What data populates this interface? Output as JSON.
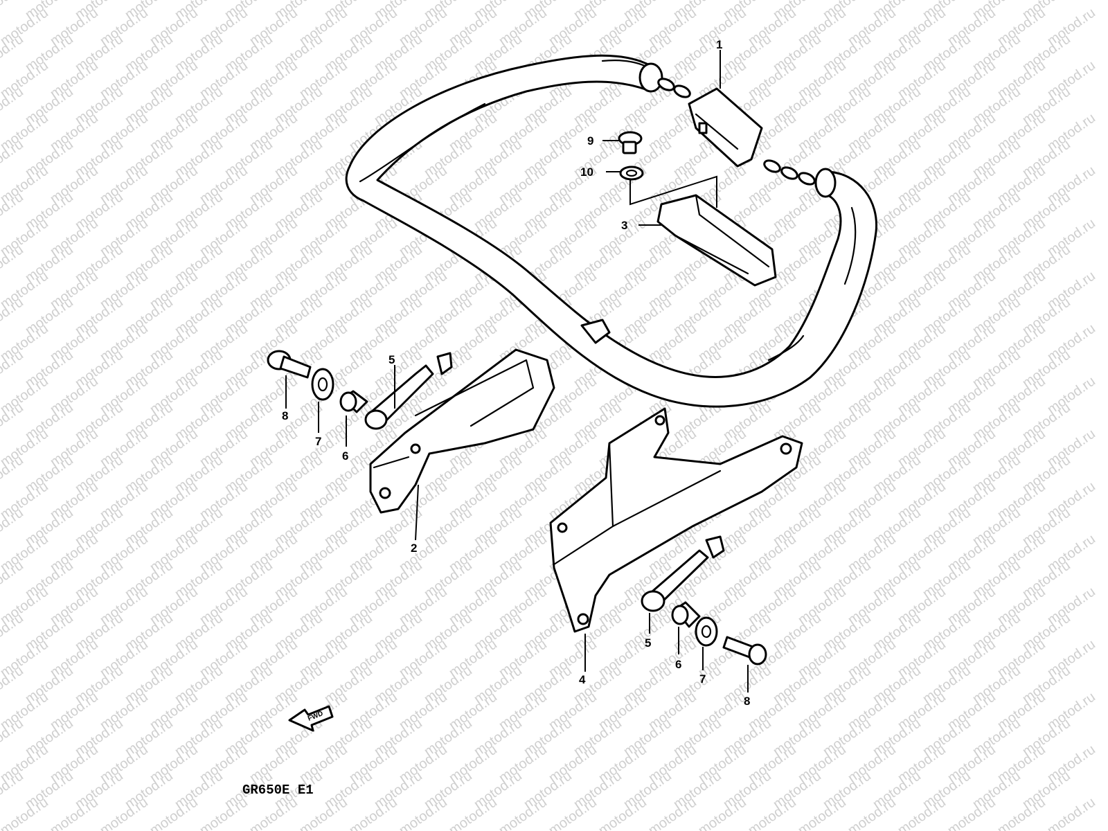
{
  "watermark": {
    "text": "motod.ru"
  },
  "diagram_code": "GR650E E1",
  "fwd_arrow_label": "FWD",
  "callouts": {
    "c1": "1",
    "c2": "2",
    "c3": "3",
    "c4": "4",
    "c5a": "5",
    "c5b": "5",
    "c6a": "6",
    "c6b": "6",
    "c7a": "7",
    "c7b": "7",
    "c8a": "8",
    "c8b": "8",
    "c9": "9",
    "c10": "10"
  }
}
